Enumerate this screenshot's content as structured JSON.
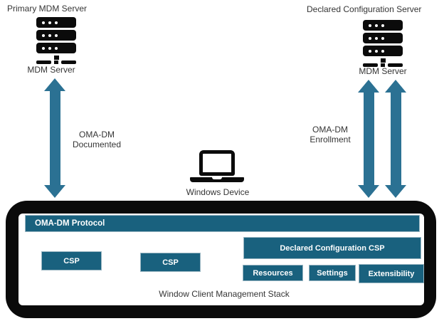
{
  "left_server": {
    "title": "Primary MDM Server",
    "label": "MDM Server"
  },
  "right_server": {
    "title": "Declared Configuration Server",
    "label": "MDM Server"
  },
  "left_link": {
    "line1": "OMA-DM",
    "line2": "Documented"
  },
  "right_link": {
    "line1": "OMA-DM",
    "line2": "Enrollment"
  },
  "device": {
    "label": "Windows Device"
  },
  "stack": {
    "protocol_bar": "OMA-DM Protocol",
    "csp1": "CSP",
    "csp2": "CSP",
    "declared_csp": "Declared Configuration CSP",
    "resources": "Resources",
    "settings": "Settings",
    "extensibility": "Extensibility",
    "caption": "Window Client Management Stack"
  },
  "icons": {
    "left_server_icon": "server-stack-icon",
    "right_server_icon": "server-stack-icon",
    "device_icon": "laptop-icon"
  },
  "colors": {
    "teal": "#19617E",
    "arrow": "#2B7193",
    "frame": "#0A0A0A",
    "ink": "#0B0B0B",
    "text": "#353535"
  }
}
